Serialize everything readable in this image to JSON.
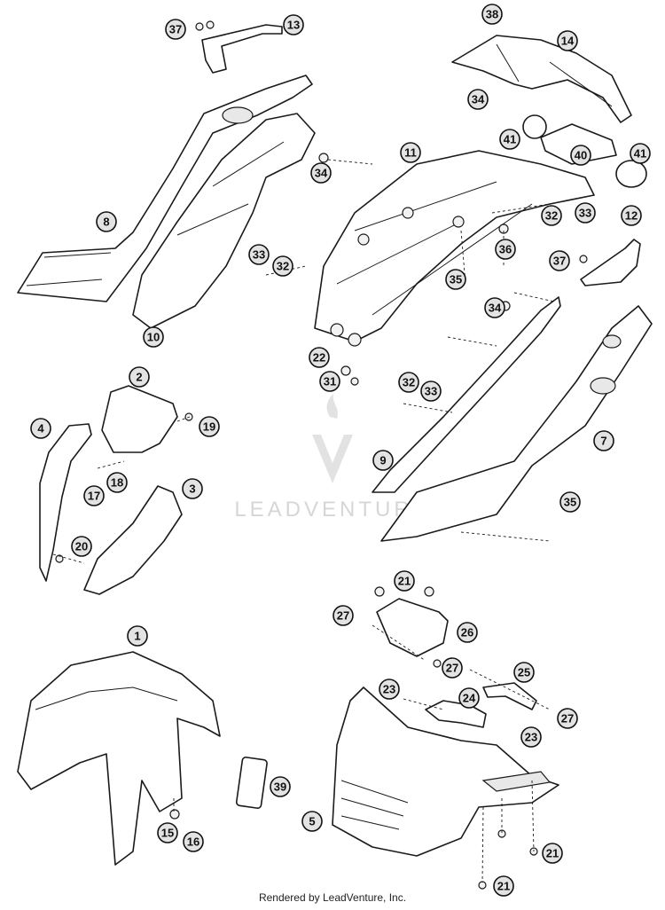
{
  "credit": "Rendered by LeadVenture, Inc.",
  "watermark": "LEADVENTURE",
  "callouts": [
    "1",
    "2",
    "3",
    "4",
    "5",
    "7",
    "8",
    "9",
    "10",
    "11",
    "12",
    "13",
    "14",
    "15",
    "16",
    "17",
    "18",
    "19",
    "20",
    "21",
    "22",
    "23",
    "24",
    "25",
    "26",
    "27",
    "31",
    "32",
    "33",
    "34",
    "35",
    "36",
    "37",
    "38",
    "39",
    "40",
    "41"
  ],
  "colors": {
    "line": "#1a1a1a",
    "callout_fill": "#e3e3e3",
    "watermark": "#d6d6d6"
  }
}
